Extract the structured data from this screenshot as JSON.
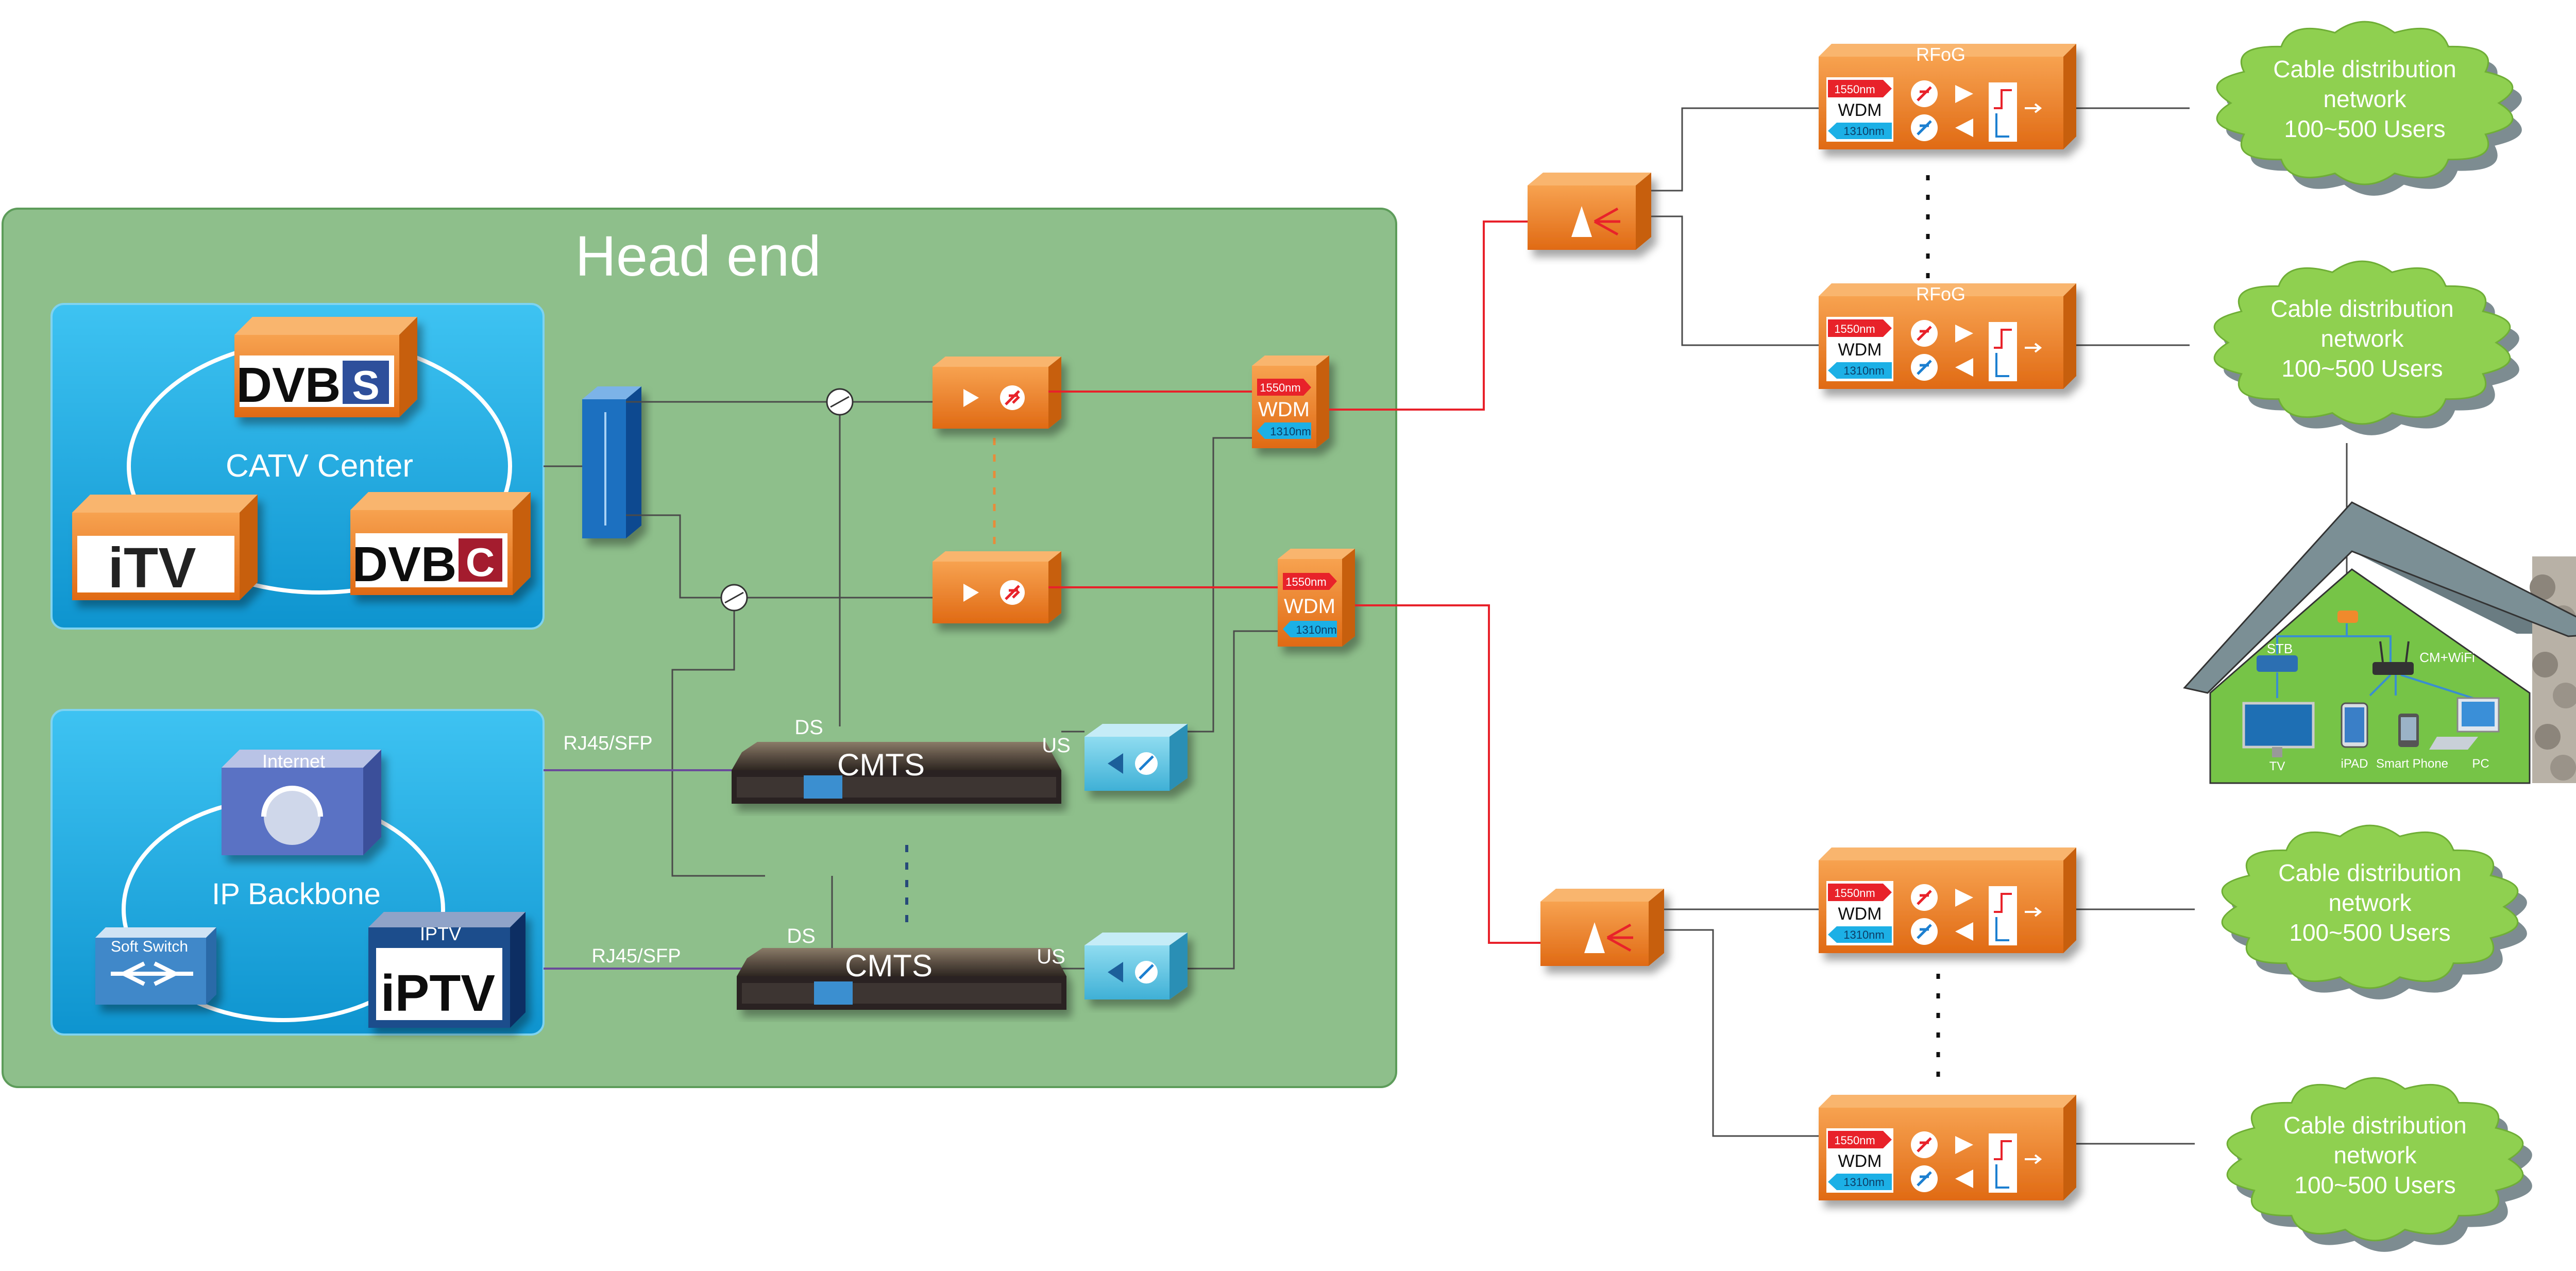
{
  "headend": {
    "title": "Head end",
    "catv": {
      "label": "CATV Center",
      "dvbs": "DVB",
      "dvbs_suffix": "S",
      "dvbc": "DVB",
      "dvbc_suffix": "C",
      "itv": "iTV"
    },
    "ip": {
      "label": "IP Backbone",
      "internet": "Internet",
      "softswitch": "Soft Switch",
      "iptv": "IPTV",
      "iptv_logo": "iPTV"
    },
    "cmts": [
      {
        "label": "CMTS",
        "ds": "DS",
        "us": "US",
        "link": "RJ45/SFP"
      },
      {
        "label": "CMTS",
        "ds": "DS",
        "us": "US",
        "link": "RJ45/SFP"
      }
    ],
    "wdm": [
      {
        "label": "WDM",
        "down": "1550nm",
        "up": "1310nm"
      },
      {
        "label": "WDM",
        "down": "1550nm",
        "up": "1310nm"
      }
    ]
  },
  "rfog_nodes": [
    {
      "title": "RFoG",
      "wdm": "WDM",
      "down": "1550nm",
      "up": "1310nm"
    },
    {
      "title": "RFoG",
      "wdm": "WDM",
      "down": "1550nm",
      "up": "1310nm"
    },
    {
      "title": "",
      "wdm": "WDM",
      "down": "1550nm",
      "up": "1310nm"
    },
    {
      "title": "",
      "wdm": "WDM",
      "down": "1550nm",
      "up": "1310nm"
    }
  ],
  "clouds": [
    {
      "line1": "Cable distribution",
      "line2": "network",
      "line3": "100~500 Users"
    },
    {
      "line1": "Cable distribution",
      "line2": "network",
      "line3": "100~500 Users"
    },
    {
      "line1": "Cable distribution",
      "line2": "network",
      "line3": "100~500 Users"
    },
    {
      "line1": "Cable distribution",
      "line2": "network",
      "line3": "100~500 Users"
    }
  ],
  "home": {
    "stb": "STB",
    "cm": "CM+WiFi",
    "tv": "TV",
    "ipad": "iPAD",
    "phone": "Smart Phone",
    "pc": "PC"
  },
  "colors": {
    "headend_bg": "#8ebf8b",
    "panel_blue": "#1cb0e6",
    "orange": "#ee7f2a",
    "fiber_red": "#e8212a",
    "cloud_green": "#8fd050",
    "house_green": "#76c447"
  }
}
